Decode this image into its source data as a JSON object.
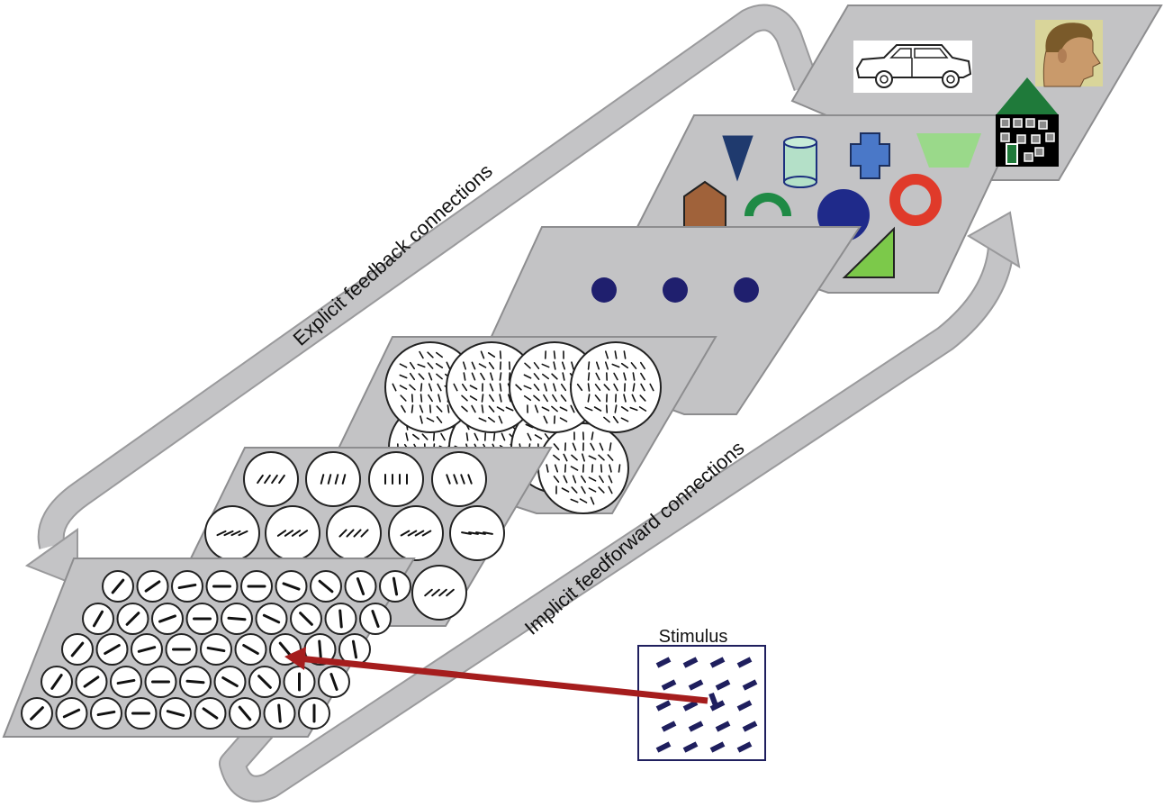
{
  "diagram": {
    "labels": {
      "feedback": "Explicit feedback connections",
      "feedforward": "Implicit feedforward connections",
      "stimulus": "Stimulus"
    },
    "colors": {
      "panel": "#c3c3c5",
      "panel_edge": "#8d8d8f",
      "arrow_fill": "#c4c4c6",
      "arrow_edge": "#9a9a9c",
      "connector": "#a51d1d",
      "bar": "#1f1f5e",
      "dot": "#1f1f6e"
    },
    "layers": [
      {
        "level": 1,
        "content": "oriented-line-cells"
      },
      {
        "level": 2,
        "content": "oriented-texture-cells"
      },
      {
        "level": 3,
        "content": "texture-cluster-cells"
      },
      {
        "level": 4,
        "content": "dot-group"
      },
      {
        "level": 5,
        "content": "geometric-shapes"
      },
      {
        "level": 6,
        "content": "objects"
      }
    ],
    "icons": [
      "car-icon",
      "face-icon",
      "house-icon"
    ]
  }
}
